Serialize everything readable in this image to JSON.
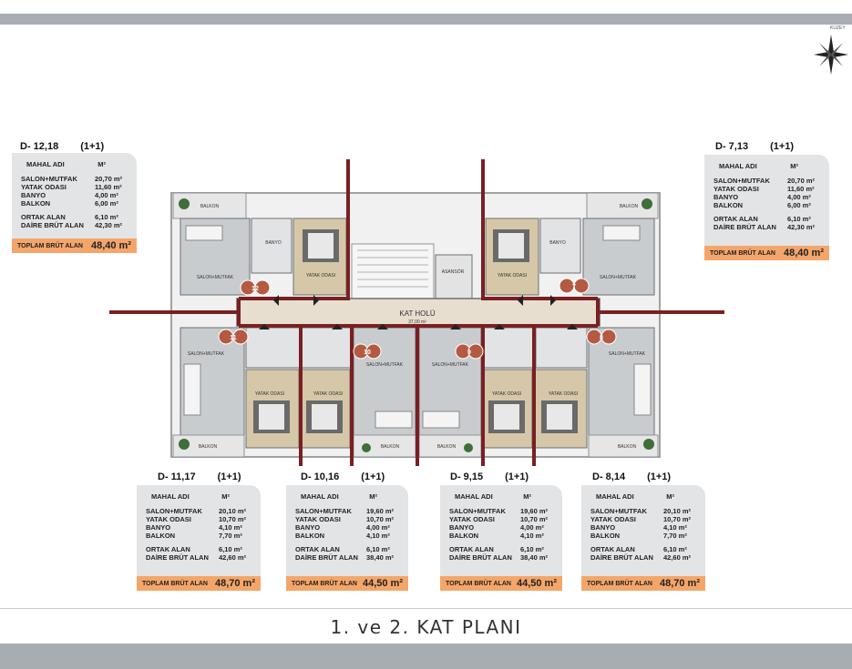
{
  "title": "1. ve 2. KAT PLANI",
  "compass_label": "KUZEY",
  "plan": {
    "corridor_label": "KAT HOLÜ",
    "corridor_area": "37,00 m²",
    "elevator_label": "ASANSÖR",
    "rooms": {
      "balkon": "BALKON",
      "banyo": "BANYO",
      "yatak": "YATAK ODASI",
      "salon": "SALON+MUTFAK"
    },
    "unit_tags": [
      "12",
      "7",
      "11",
      "10",
      "9",
      "8"
    ]
  },
  "units": [
    {
      "id": "D- 12,18",
      "type": "(1+1)",
      "mahal_label": "MAHAL ADI",
      "unit_label": "M²",
      "rows": [
        {
          "name": "SALON+MUTFAK",
          "value": "20,70 m²"
        },
        {
          "name": "YATAK ODASI",
          "value": "11,60 m²"
        },
        {
          "name": "BANYO",
          "value": "4,00 m²"
        },
        {
          "name": "BALKON",
          "value": "6,00 m²"
        }
      ],
      "rows2": [
        {
          "name": "ORTAK ALAN",
          "value": "6,10 m²"
        },
        {
          "name": "DAİRE BRÜT ALAN",
          "value": "42,30 m²"
        }
      ],
      "total_label": "TOPLAM BRÜT ALAN",
      "total_value": "48,40 m²"
    },
    {
      "id": "D- 7,13",
      "type": "(1+1)",
      "mahal_label": "MAHAL ADI",
      "unit_label": "M²",
      "rows": [
        {
          "name": "SALON+MUTFAK",
          "value": "20,70 m²"
        },
        {
          "name": "YATAK ODASI",
          "value": "11,60 m²"
        },
        {
          "name": "BANYO",
          "value": "4,00 m²"
        },
        {
          "name": "BALKON",
          "value": "6,00 m²"
        }
      ],
      "rows2": [
        {
          "name": "ORTAK ALAN",
          "value": "6,10 m²"
        },
        {
          "name": "DAİRE BRÜT ALAN",
          "value": "42,30 m²"
        }
      ],
      "total_label": "TOPLAM BRÜT ALAN",
      "total_value": "48,40 m²"
    },
    {
      "id": "D- 11,17",
      "type": "(1+1)",
      "mahal_label": "MAHAL ADI",
      "unit_label": "M²",
      "rows": [
        {
          "name": "SALON+MUTFAK",
          "value": "20,10 m²"
        },
        {
          "name": "YATAK ODASI",
          "value": "10,70 m²"
        },
        {
          "name": "BANYO",
          "value": "4,10 m²"
        },
        {
          "name": "BALKON",
          "value": "7,70 m²"
        }
      ],
      "rows2": [
        {
          "name": "ORTAK ALAN",
          "value": "6,10 m²"
        },
        {
          "name": "DAİRE BRÜT ALAN",
          "value": "42,60 m²"
        }
      ],
      "total_label": "TOPLAM BRÜT ALAN",
      "total_value": "48,70 m²"
    },
    {
      "id": "D- 10,16",
      "type": "(1+1)",
      "mahal_label": "MAHAL ADI",
      "unit_label": "M²",
      "rows": [
        {
          "name": "SALON+MUTFAK",
          "value": "19,60 m²"
        },
        {
          "name": "YATAK ODASI",
          "value": "10,70 m²"
        },
        {
          "name": "BANYO",
          "value": "4,00 m²"
        },
        {
          "name": "BALKON",
          "value": "4,10 m²"
        }
      ],
      "rows2": [
        {
          "name": "ORTAK ALAN",
          "value": "6,10 m²"
        },
        {
          "name": "DAİRE BRÜT ALAN",
          "value": "38,40 m²"
        }
      ],
      "total_label": "TOPLAM BRÜT ALAN",
      "total_value": "44,50 m²"
    },
    {
      "id": "D- 9,15",
      "type": "(1+1)",
      "mahal_label": "MAHAL ADI",
      "unit_label": "M²",
      "rows": [
        {
          "name": "SALON+MUTFAK",
          "value": "19,60 m²"
        },
        {
          "name": "YATAK ODASI",
          "value": "10,70 m²"
        },
        {
          "name": "BANYO",
          "value": "4,00 m²"
        },
        {
          "name": "BALKON",
          "value": "4,10 m²"
        }
      ],
      "rows2": [
        {
          "name": "ORTAK ALAN",
          "value": "6,10 m²"
        },
        {
          "name": "DAİRE BRÜT ALAN",
          "value": "38,40 m²"
        }
      ],
      "total_label": "TOPLAM BRÜT ALAN",
      "total_value": "44,50 m²"
    },
    {
      "id": "D- 8,14",
      "type": "(1+1)",
      "mahal_label": "MAHAL ADI",
      "unit_label": "M²",
      "rows": [
        {
          "name": "SALON+MUTFAK",
          "value": "20,10 m²"
        },
        {
          "name": "YATAK ODASI",
          "value": "10,70 m²"
        },
        {
          "name": "BANYO",
          "value": "4,10 m²"
        },
        {
          "name": "BALKON",
          "value": "7,70 m²"
        }
      ],
      "rows2": [
        {
          "name": "ORTAK ALAN",
          "value": "6,10 m²"
        },
        {
          "name": "DAİRE BRÜT ALAN",
          "value": "42,60 m²"
        }
      ],
      "total_label": "TOPLAM BRÜT ALAN",
      "total_value": "48,70 m²"
    }
  ]
}
